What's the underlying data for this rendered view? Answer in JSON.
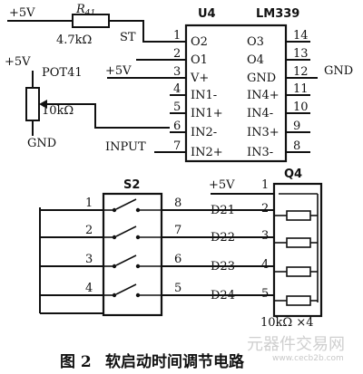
{
  "top": {
    "vcc_label": "+5V",
    "resistor_name": "R",
    "resistor_sub": "41",
    "resistor_value": "4.7kΩ",
    "st_label": "ST",
    "pot_vcc": "+5V",
    "pot_name": "POT41",
    "pot_value": "10kΩ",
    "gnd_left": "GND",
    "input_label": "INPUT",
    "vplus_label": "+5V",
    "gnd_right": "GND"
  },
  "chip": {
    "designator": "U4",
    "part": "LM339",
    "left_pins": [
      {
        "num": "1",
        "name": "O2"
      },
      {
        "num": "2",
        "name": "O1"
      },
      {
        "num": "3",
        "name": "V+"
      },
      {
        "num": "4",
        "name": "IN1-"
      },
      {
        "num": "5",
        "name": "IN1+"
      },
      {
        "num": "6",
        "name": "IN2-"
      },
      {
        "num": "7",
        "name": "IN2+"
      }
    ],
    "right_pins": [
      {
        "num": "14",
        "name": "O3"
      },
      {
        "num": "13",
        "name": "O4"
      },
      {
        "num": "12",
        "name": "GND"
      },
      {
        "num": "11",
        "name": "IN4+"
      },
      {
        "num": "10",
        "name": "IN4-"
      },
      {
        "num": "9",
        "name": "IN3+"
      },
      {
        "num": "8",
        "name": "IN3-"
      }
    ]
  },
  "switch": {
    "designator": "S2",
    "left_pins": [
      "1",
      "2",
      "3",
      "4"
    ],
    "right_pins": [
      "8",
      "7",
      "6",
      "5"
    ]
  },
  "network": {
    "designator": "Q4",
    "vcc_label": "+5V",
    "pin1": "1",
    "lines": [
      "D21",
      "D22",
      "D23",
      "D24"
    ],
    "pins": [
      "2",
      "3",
      "4",
      "5"
    ],
    "value": "10kΩ ×4"
  },
  "caption": {
    "prefix": "图 2",
    "text": "软启动时间调节电路"
  },
  "watermark": {
    "text": "元器件交易网",
    "url": "www.cecb2b.com"
  }
}
